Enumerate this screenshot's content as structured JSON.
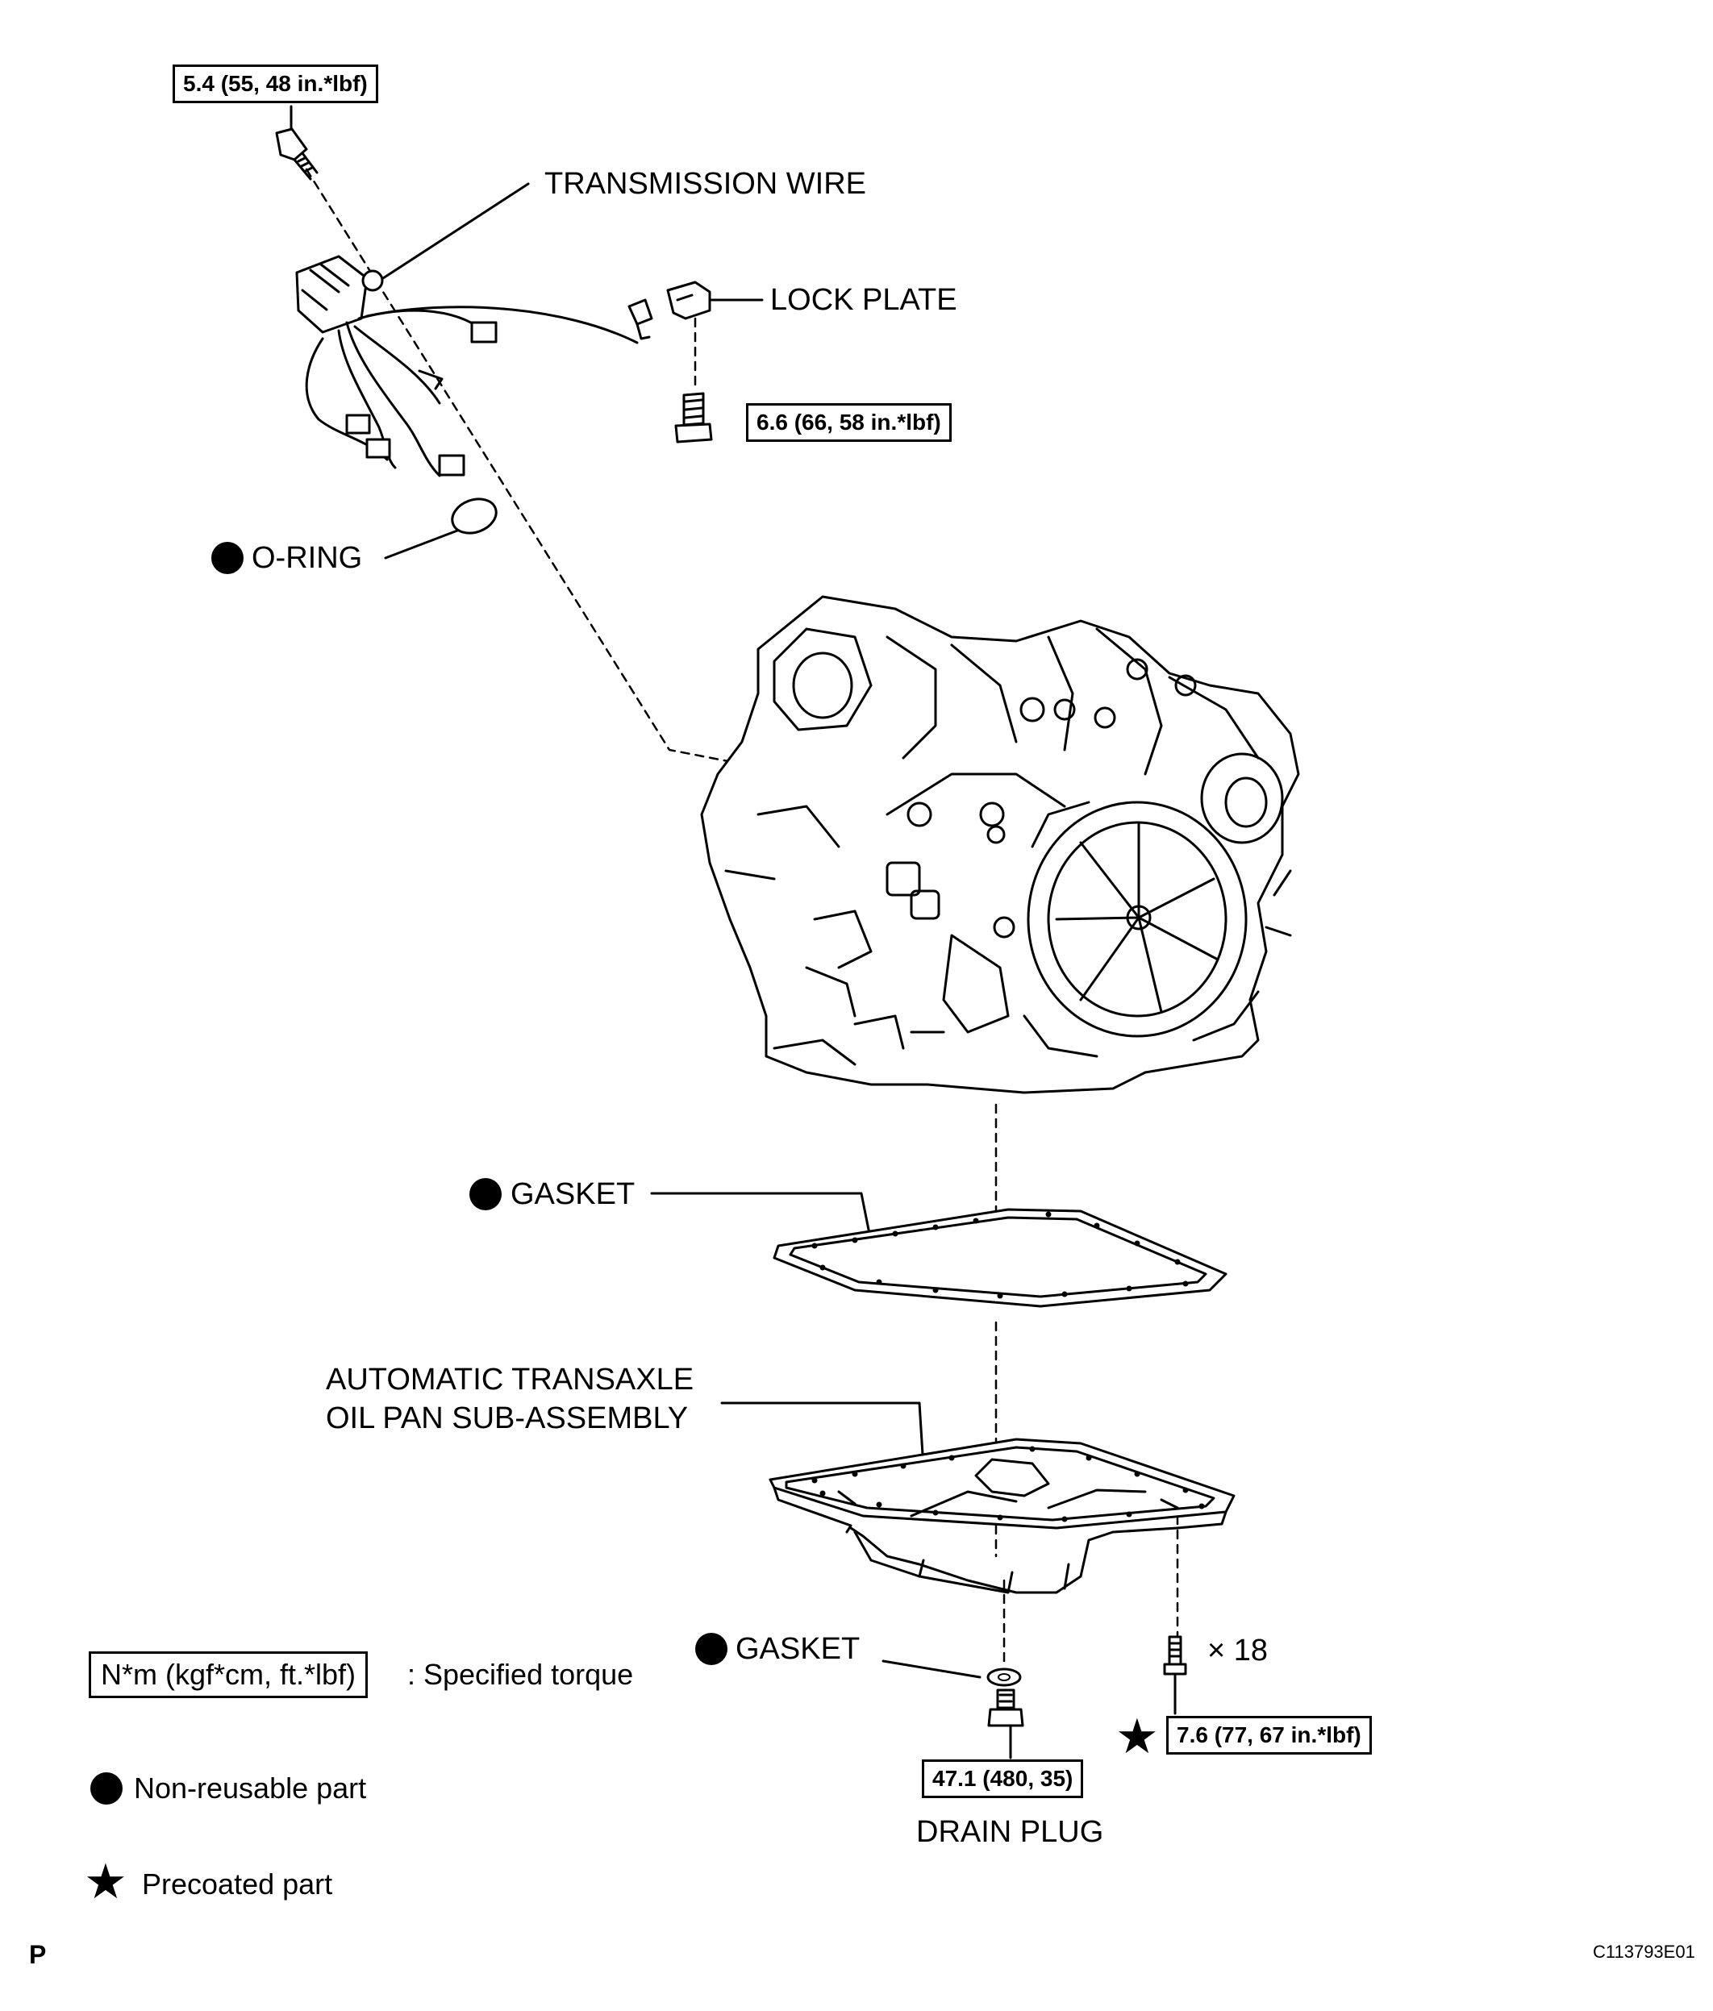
{
  "labels": {
    "transmission_wire": "TRANSMISSION WIRE",
    "lock_plate": "LOCK PLATE",
    "o_ring": "O-RING",
    "gasket_top": "GASKET",
    "oil_pan_line1": "AUTOMATIC TRANSAXLE",
    "oil_pan_line2": "OIL PAN SUB-ASSEMBLY",
    "gasket_drain": "GASKET",
    "drain_plug": "DRAIN PLUG",
    "bolt_count": "× 18"
  },
  "torques": {
    "wire_bolt": "5.4 (55, 48 in.*lbf)",
    "lock_plate_bolt": "6.6 (66, 58 in.*lbf)",
    "drain_plug": "47.1 (480, 35)",
    "pan_bolts": "7.6 (77, 67 in.*lbf)"
  },
  "legend": {
    "torque_unit": "N*m (kgf*cm, ft.*lbf)",
    "torque_desc": ": Specified torque",
    "non_reusable": "Non-reusable part",
    "precoated": "Precoated part"
  },
  "footer": {
    "page_marker": "P",
    "figure_code": "C113793E01"
  },
  "symbols": {
    "non_reusable": "filled-circle",
    "precoated": "star"
  }
}
